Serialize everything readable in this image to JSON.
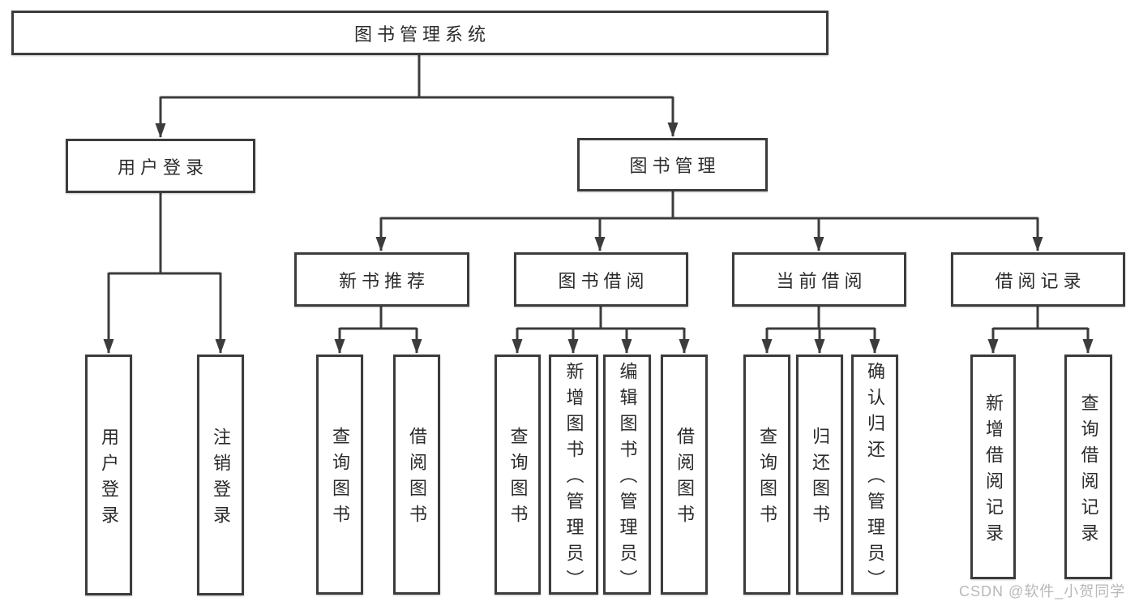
{
  "diagram": {
    "root": {
      "label": "图书管理系统"
    },
    "user_login": {
      "label": "用户登录",
      "children": [
        "用户登录",
        "注销登录"
      ]
    },
    "book_management": {
      "label": "图书管理",
      "sections": [
        {
          "label": "新书推荐",
          "children": [
            "查询图书",
            "借阅图书"
          ]
        },
        {
          "label": "图书借阅",
          "children": [
            "查询图书",
            "新增图书（管理员）",
            "编辑图书（管理员）",
            "借阅图书"
          ]
        },
        {
          "label": "当前借阅",
          "children": [
            "查询图书",
            "归还图书",
            "确认归还（管理员）"
          ]
        },
        {
          "label": "借阅记录",
          "children": [
            "新增借阅记录",
            "查询借阅记录"
          ]
        }
      ]
    }
  },
  "watermark": {
    "text": "CSDN @软件_小贺同学"
  },
  "colors": {
    "line": "#3c3c3c",
    "text": "#2b2b2b",
    "box_background": "#ffffff",
    "watermark": "#b8b8b8",
    "background": "#ffffff"
  }
}
